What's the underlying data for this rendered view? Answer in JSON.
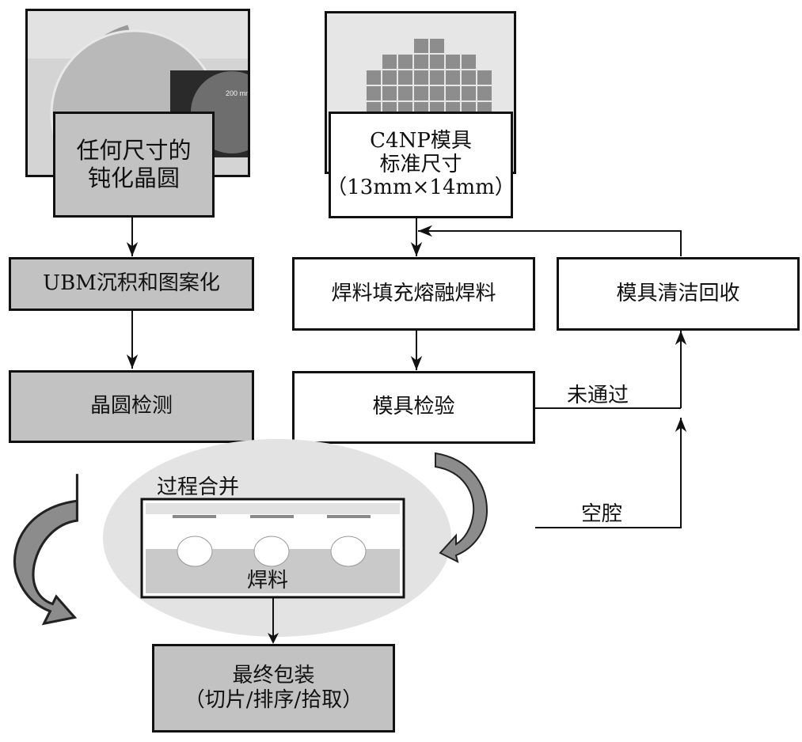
{
  "diagram": {
    "wafer_photo": {
      "caption": "200 mm"
    },
    "nodes": {
      "passivated_wafer": {
        "line1": "任何尺寸的",
        "line2": "钝化晶圆"
      },
      "ubm": {
        "label": "UBM沉积和图案化"
      },
      "wafer_inspection": {
        "label": "晶圆检测"
      },
      "c4np_mold": {
        "line1": "C4NP模具",
        "line2": "标准尺寸",
        "line3": "（13mm×14mm）"
      },
      "solder_fill": {
        "label": "焊料填充熔融焊料"
      },
      "mold_clean": {
        "label": "模具清洁回收"
      },
      "mold_inspection": {
        "label": "模具检验"
      },
      "final_package": {
        "line1": "最终包装",
        "line2": "（切片/排序/拾取）"
      }
    },
    "merge": {
      "title": "过程合并",
      "solder_label": "焊料"
    },
    "edge_labels": {
      "fail": "未通过",
      "void": "空腔"
    },
    "colors": {
      "grey_box": "#c2c2c2",
      "line": "#111111",
      "ellipse": "#e3e3e3",
      "arrow_fill": "#8c8c8c"
    }
  }
}
